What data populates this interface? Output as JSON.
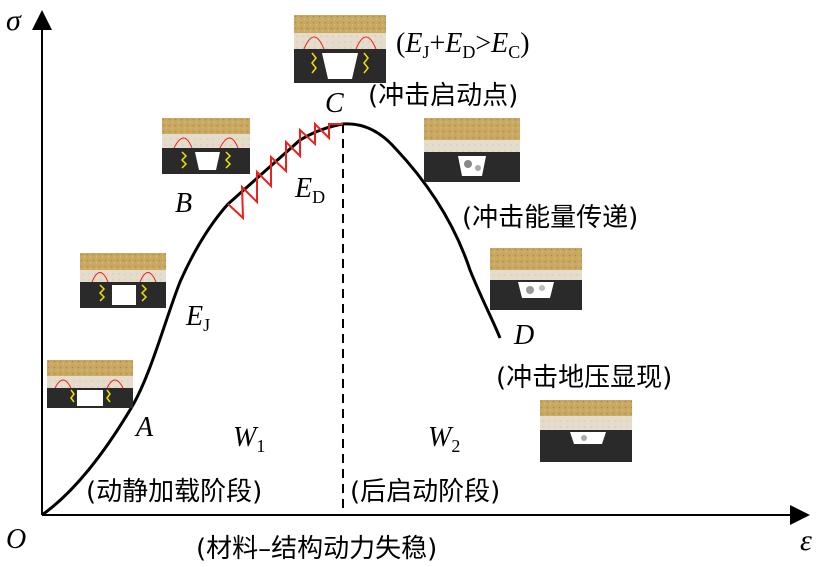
{
  "axes": {
    "y_label": "σ",
    "x_label": "ε",
    "origin": "O"
  },
  "points": {
    "A": "A",
    "B": "B",
    "C": "C",
    "D": "D"
  },
  "energy": {
    "EJ": {
      "base": "E",
      "sub": "J"
    },
    "ED": {
      "base": "E",
      "sub": "D"
    },
    "condition": {
      "open": "(",
      "e1": "E",
      "s1": "J",
      "plus": "+",
      "e2": "E",
      "s2": "D",
      "gt": ">",
      "e3": "E",
      "s3": "C",
      "close": ")"
    }
  },
  "work": {
    "W1": {
      "base": "W",
      "sub": "1"
    },
    "W2": {
      "base": "W",
      "sub": "2"
    }
  },
  "phases": {
    "static_loading": "(动静加载阶段)",
    "post_start": "(后启动阶段)",
    "instability": "(材料–结构动力失稳)",
    "start_point": "(冲击启动点)",
    "energy_transfer": "(冲击能量传递)",
    "manifestation": "(冲击地压显现)"
  },
  "colors": {
    "line": "#000000",
    "spring": "#e8231c",
    "rock_top": "#c9a961",
    "rock_mid": "#e6dccb",
    "rock_dark": "#2a2a2a",
    "crack": "#f0e000"
  }
}
